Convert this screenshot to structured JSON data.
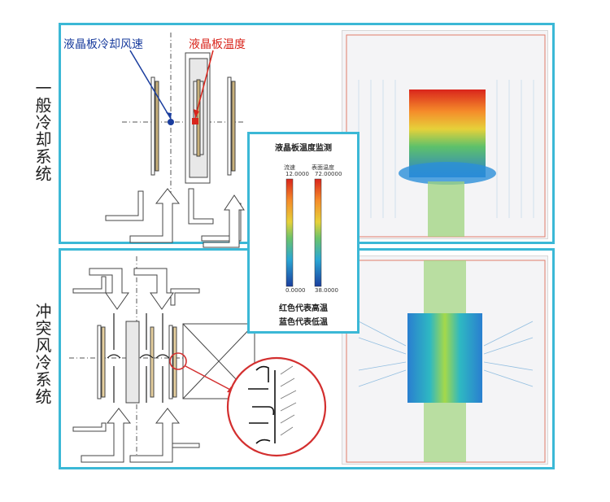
{
  "labels": {
    "general_cooling": "一般冷却系统",
    "impingement_cooling": "冲突风冷系统",
    "lcd_air_speed": "液晶板冷却风速",
    "lcd_temp": "液晶板温度"
  },
  "legend": {
    "title": "液晶板温度监测",
    "col_speed": "流速",
    "col_temp": "表面温度",
    "speed_max": "12.0000",
    "speed_min": "0.0000",
    "temp_max": "72.00000",
    "temp_min": "38.0000",
    "red_note": "红色代表高温",
    "blue_note": "蓝色代表低温"
  },
  "colors": {
    "frame": "#3bb8d6",
    "speed_marker": "#1a3d9e",
    "temp_marker": "#d9251c",
    "ring": "#d32f2f"
  }
}
